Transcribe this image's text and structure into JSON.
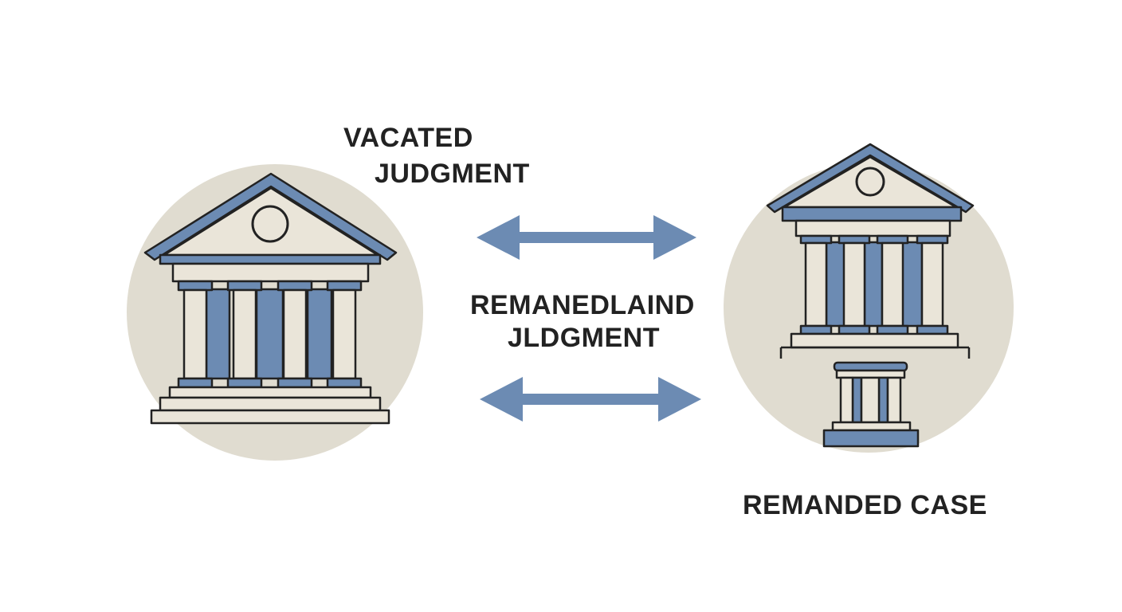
{
  "labels": {
    "vacated_line1": "VACATED",
    "vacated_line2": "JUDGMENT",
    "remanded_line1": "REMANEDLAIND",
    "remanded_line2": "JLDGMENT",
    "remanded_case": "REMANDED CASE"
  },
  "icons": {
    "left": "courthouse-icon",
    "right": "courthouse-icon",
    "right_small": "small-courthouse-icon",
    "arrows": "double-arrow-icon"
  },
  "colors": {
    "circle_fill": "#e0dcd0",
    "building_fill": "#eae5d9",
    "accent_blue": "#6c8bb3",
    "outline": "#222222",
    "text": "#222222"
  }
}
